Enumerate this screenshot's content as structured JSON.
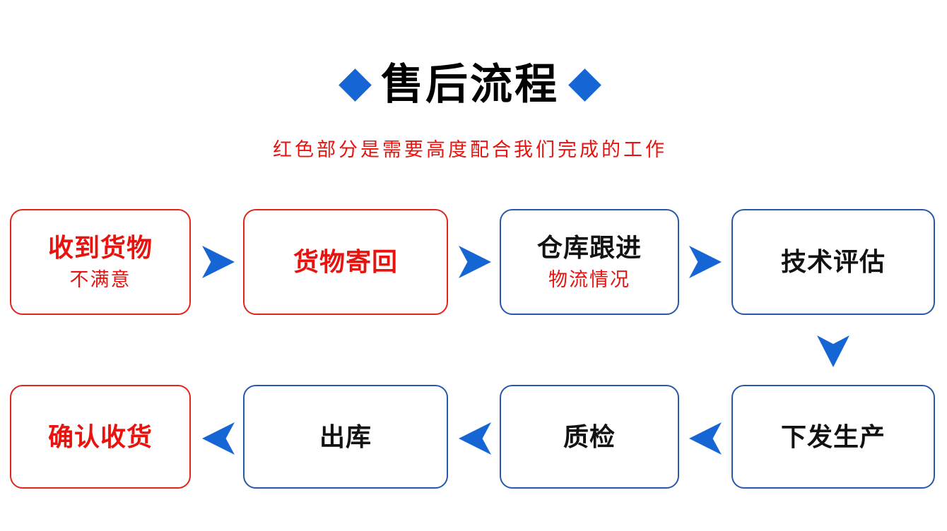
{
  "header": {
    "title": "售后流程",
    "subtitle": "红色部分是需要高度配合我们完成的工作"
  },
  "colors": {
    "accent_blue": "#1565d4",
    "box_border_blue": "#2658ab",
    "text_red": "#e8130e",
    "box_border_red": "#e1251b",
    "text_black": "#121212",
    "background": "#ffffff"
  },
  "icons": {
    "diamond": "diamond-icon",
    "arrow_right": "arrow-right-icon",
    "arrow_left": "arrow-left-icon",
    "arrow_down": "arrow-down-icon"
  },
  "nodes": {
    "receive": {
      "title": "收到货物",
      "subtitle": "不满意"
    },
    "send_back": {
      "title": "货物寄回"
    },
    "warehouse": {
      "title": "仓库跟进",
      "subtitle": "物流情况"
    },
    "assess": {
      "title": "技术评估"
    },
    "production": {
      "title": "下发生产"
    },
    "qc": {
      "title": "质检"
    },
    "outbound": {
      "title": "出库"
    },
    "confirm": {
      "title": "确认收货"
    }
  }
}
